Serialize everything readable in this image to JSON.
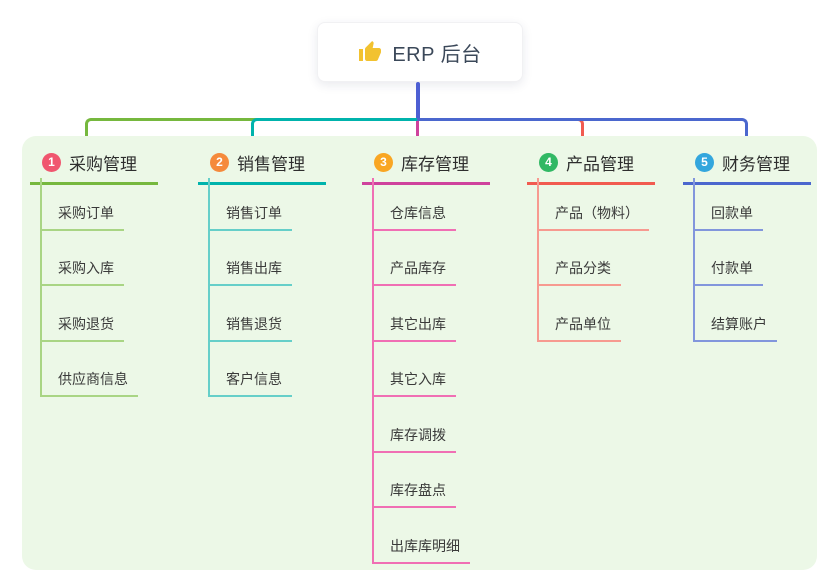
{
  "root": {
    "title": "ERP 后台",
    "icon": "thumbs-up-icon",
    "icon_color": "#f2c230"
  },
  "branches": [
    {
      "number": "1",
      "label": "采购管理",
      "accent": "#76b83e",
      "accent_light": "#a9d584",
      "badge_color": "#f0566f",
      "children": [
        "采购订单",
        "采购入库",
        "采购退货",
        "供应商信息"
      ]
    },
    {
      "number": "2",
      "label": "销售管理",
      "accent": "#00b3ac",
      "accent_light": "#66cfc9",
      "badge_color": "#f58a3c",
      "children": [
        "销售订单",
        "销售出库",
        "销售退货",
        "客户信息"
      ]
    },
    {
      "number": "3",
      "label": "库存管理",
      "accent": "#cf429d",
      "accent_light": "#f06fb4",
      "badge_color": "#f9a623",
      "children": [
        "仓库信息",
        "产品库存",
        "其它出库",
        "其它入库",
        "库存调拨",
        "库存盘点",
        "出库库明细"
      ]
    },
    {
      "number": "4",
      "label": "产品管理",
      "accent": "#f15b50",
      "accent_light": "#f79a90",
      "badge_color": "#31b864",
      "children": [
        "产品（物料）",
        "产品分类",
        "产品单位"
      ]
    },
    {
      "number": "5",
      "label": "财务管理",
      "accent": "#4b67ce",
      "accent_light": "#8296dc",
      "badge_color": "#33a6dd",
      "children": [
        "回款单",
        "付款单",
        "结算账户"
      ]
    }
  ],
  "colors": {
    "canvas_bg": "#ffffff",
    "panel_bg": "#ecf8e7",
    "root_stem": "#4d5fd3"
  }
}
